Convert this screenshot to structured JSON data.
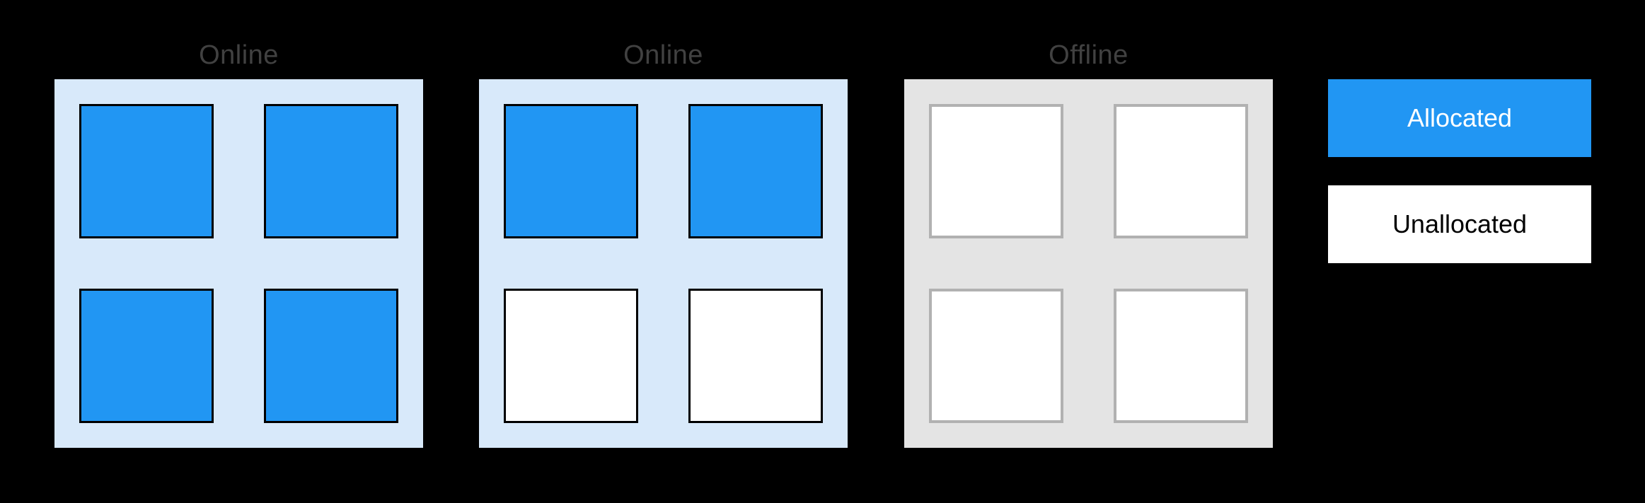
{
  "colors": {
    "background": "#000000",
    "online_panel_bg": "#D8E9FA",
    "offline_panel_bg": "#E4E4E4",
    "allocated_fill": "#2196F3",
    "unallocated_fill": "#FFFFFF",
    "online_cell_border": "#000000",
    "offline_cell_border": "#B1B1B1",
    "title_color": "#414141",
    "allocated_text": "#FFFFFF",
    "unallocated_text": "#000000"
  },
  "groups": [
    {
      "label": "Online",
      "state": "online",
      "cells": [
        "allocated",
        "allocated",
        "allocated",
        "allocated"
      ]
    },
    {
      "label": "Online",
      "state": "online",
      "cells": [
        "allocated",
        "allocated",
        "unallocated",
        "unallocated"
      ]
    },
    {
      "label": "Offline",
      "state": "offline",
      "cells": [
        "unallocated",
        "unallocated",
        "unallocated",
        "unallocated"
      ]
    }
  ],
  "legend": {
    "items": [
      {
        "label": "Allocated",
        "swatch": "allocated"
      },
      {
        "label": "Unallocated",
        "swatch": "unallocated"
      }
    ]
  }
}
